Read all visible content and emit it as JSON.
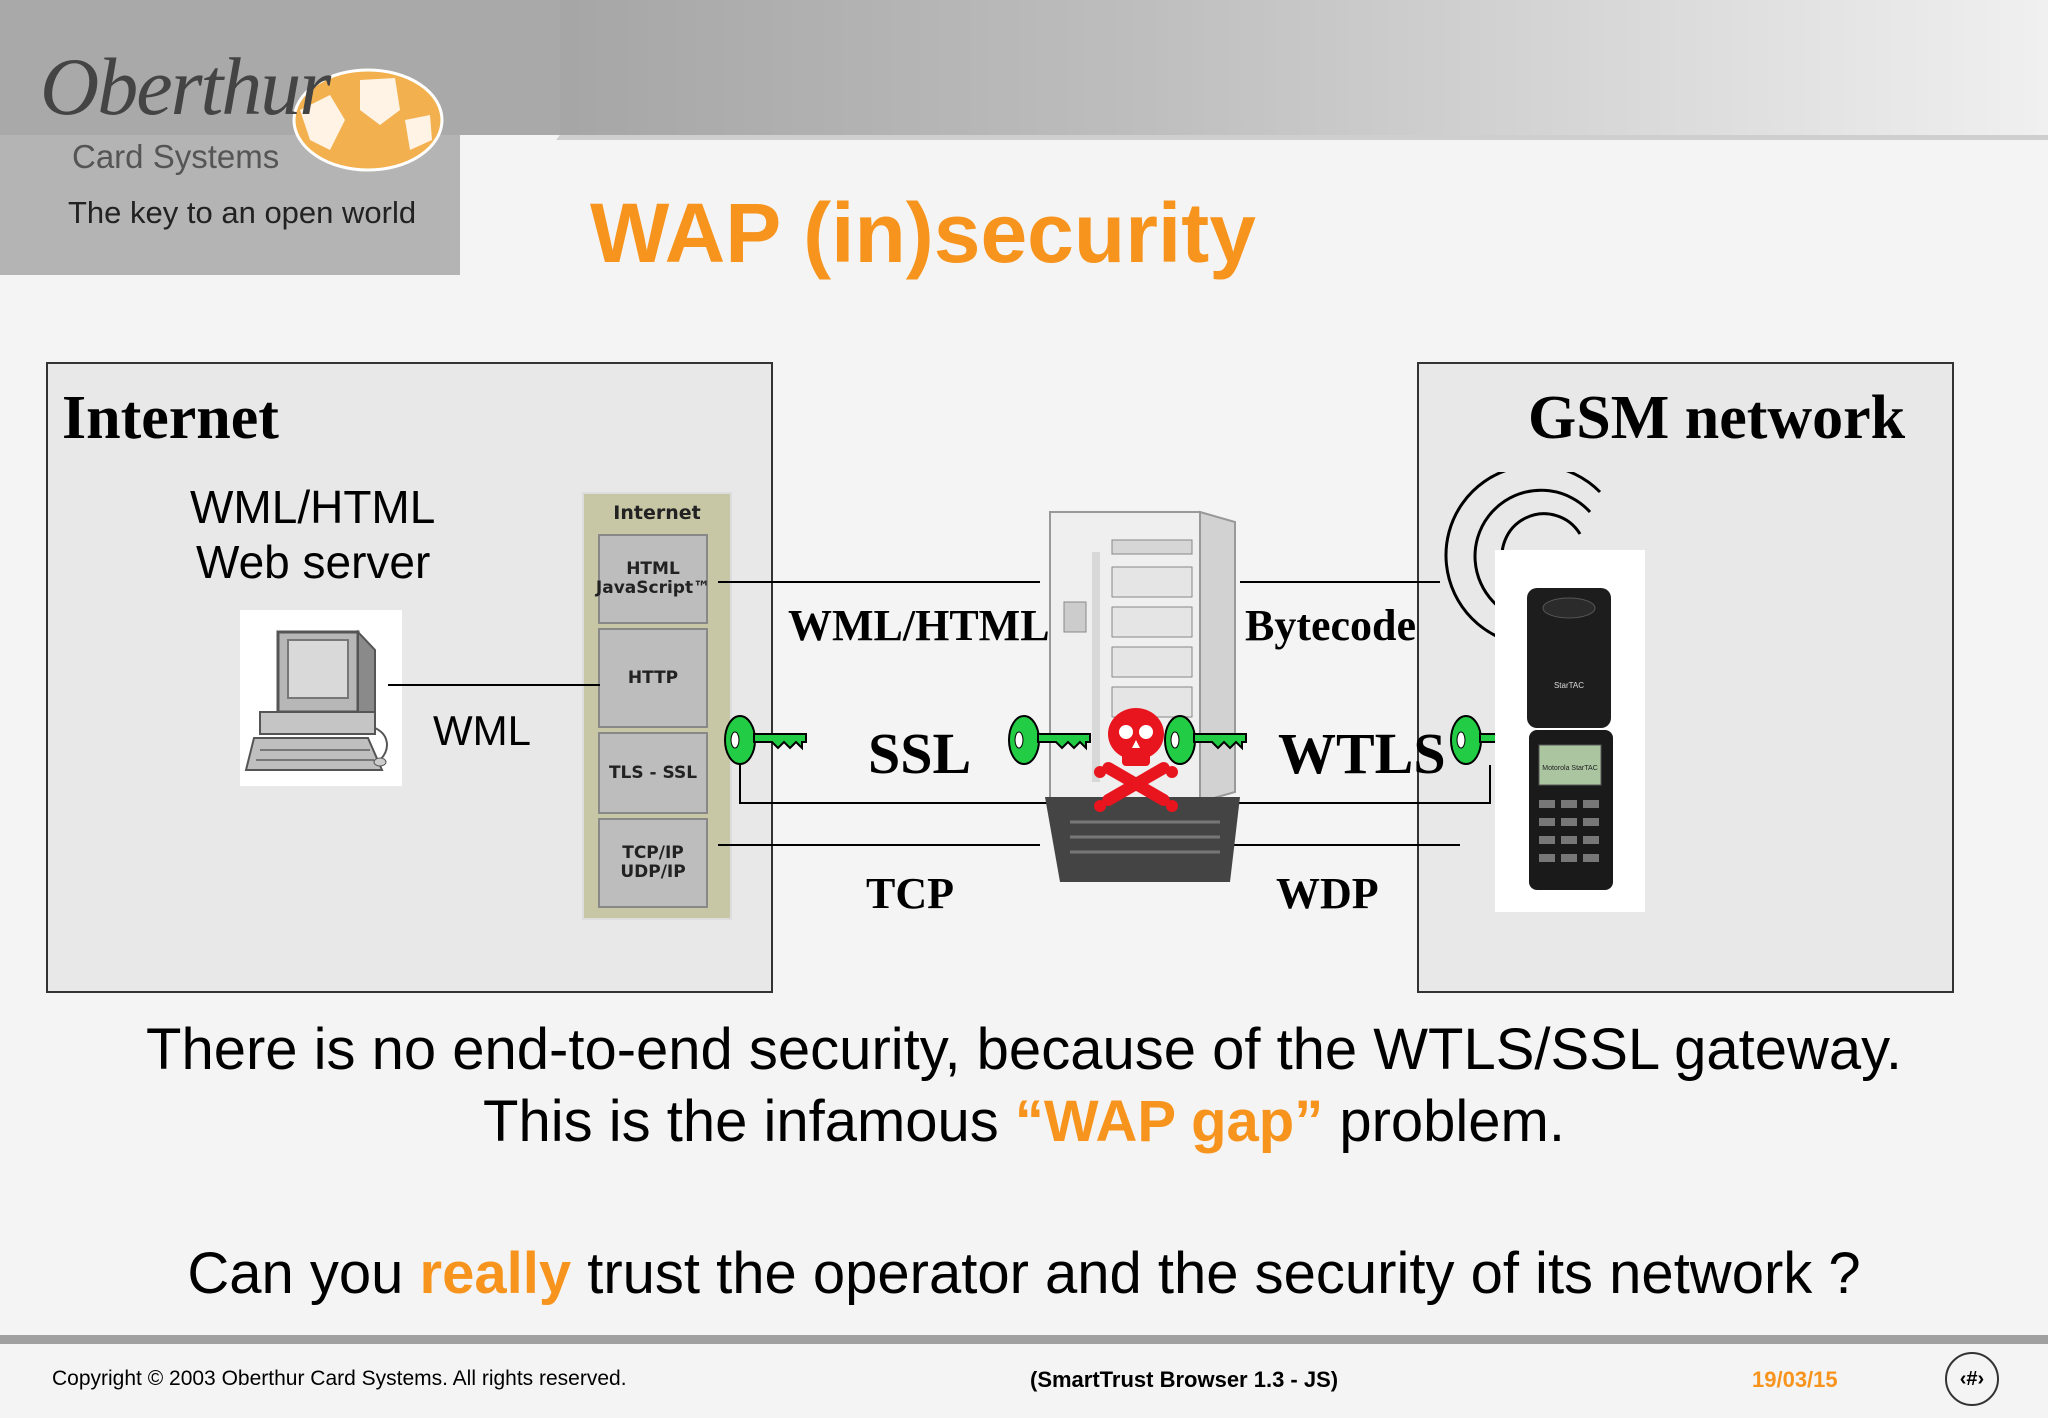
{
  "header": {
    "brand": "Oberthur",
    "brand_sub": "Card Systems",
    "tagline": "The key to an open world",
    "title": "WAP (in)security"
  },
  "internet_panel": {
    "heading": "Internet",
    "server_label_1": "WML/HTML",
    "server_label_2": "Web server",
    "link_label": "WML"
  },
  "protocol_stack": {
    "header": "Internet",
    "layers": [
      "HTML\nJavaScript™",
      "HTTP",
      "TLS - SSL",
      "TCP/IP\nUDP/IP"
    ]
  },
  "gsm_panel": {
    "heading": "GSM network",
    "phone_brand": "StarTAC",
    "phone_screen": "Motorola StarTAC"
  },
  "diagram_labels": {
    "left_top": "WML/HTML",
    "right_top": "Bytecode",
    "left_mid": "SSL",
    "right_mid": "WTLS",
    "left_bottom": "TCP",
    "right_bottom": "WDP"
  },
  "body": {
    "line1": "There is no end-to-end security, because of the WTLS/SSL gateway.",
    "line2_pre": "This is the infamous ",
    "line2_hl": "“WAP gap”",
    "line2_post": " problem.",
    "line3_pre": "Can you ",
    "line3_hl": "really",
    "line3_post": " trust the operator and the security of its network ?"
  },
  "footer": {
    "copyright": "Copyright © 2003 Oberthur Card Systems. All rights reserved.",
    "center": "(SmartTrust Browser 1.3 - JS)",
    "date": "19/03/15",
    "page": "‹#›"
  },
  "colors": {
    "accent": "#f7941d",
    "key_green": "#22cc44",
    "skull_red": "#e8141e"
  }
}
